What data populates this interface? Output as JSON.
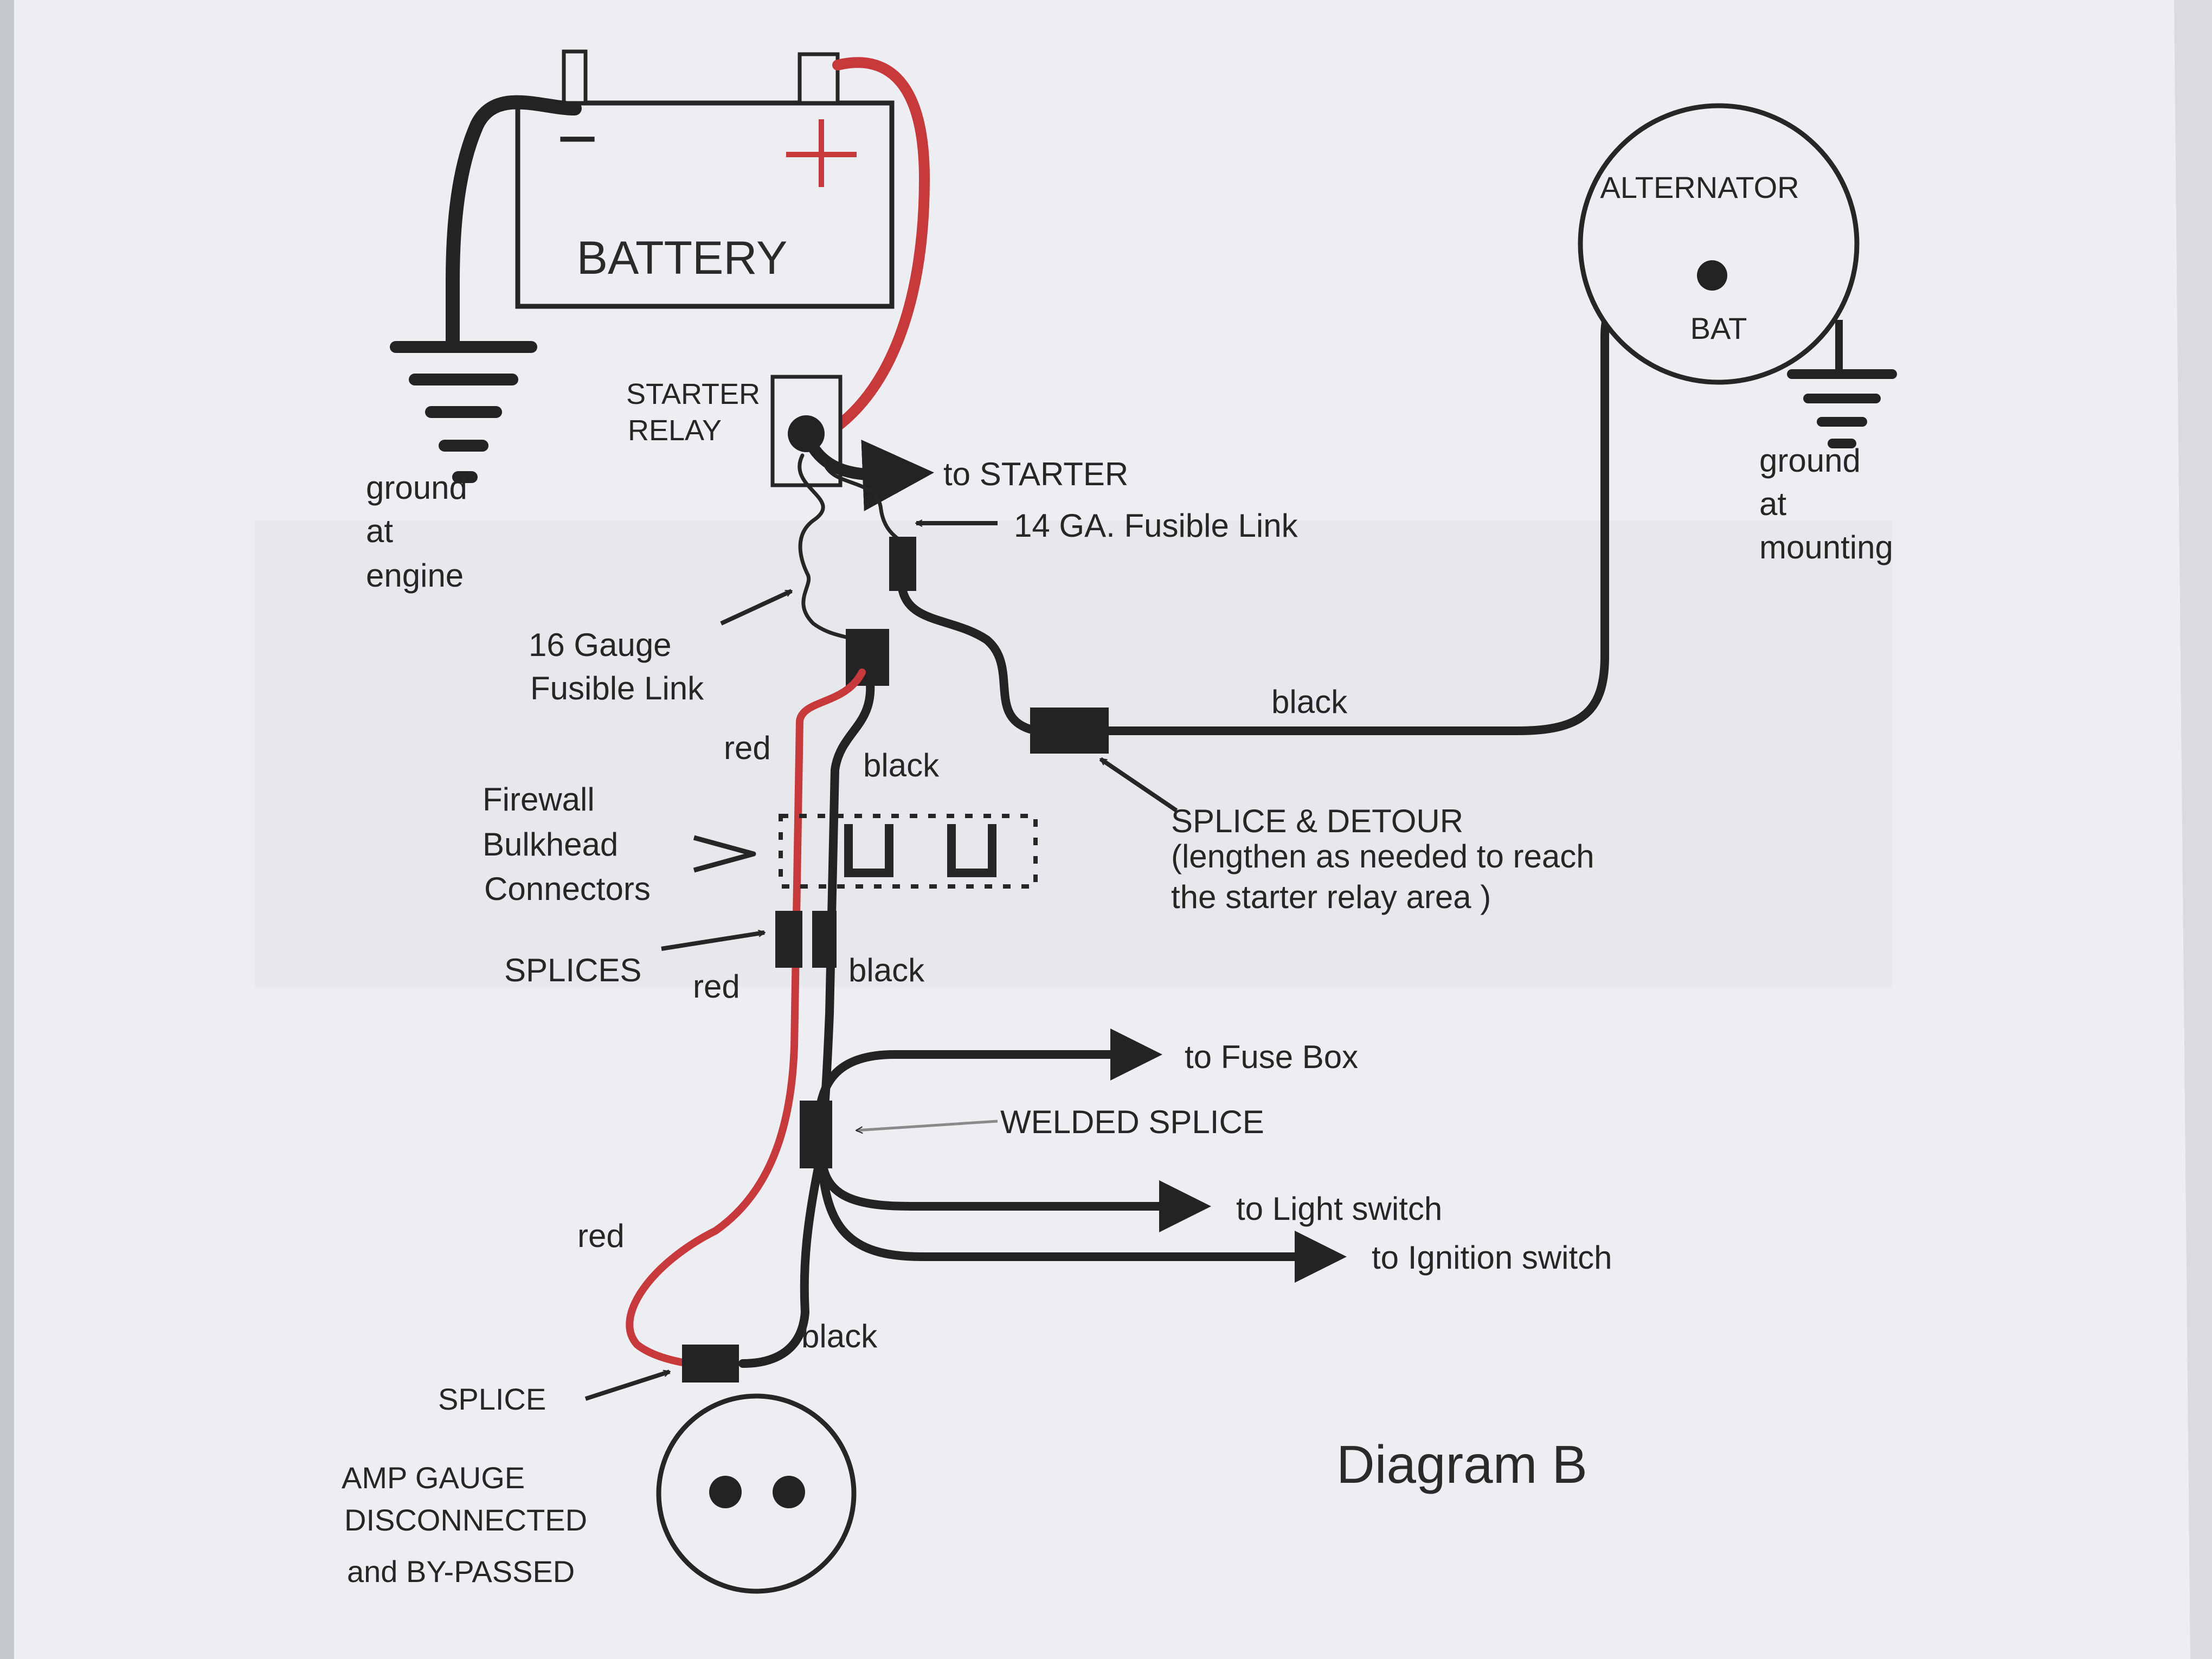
{
  "diagram": {
    "title": "Diagram B",
    "battery": {
      "label": "BATTERY",
      "neg_symbol": "−",
      "pos_symbol": "+"
    },
    "starter_relay": {
      "line1": "STARTER",
      "line2": "RELAY"
    },
    "ground_engine": {
      "line1": "ground",
      "line2": "at",
      "line3": "engine"
    },
    "ground_mounting": {
      "line1": "ground",
      "line2": "at",
      "line3": "mounting"
    },
    "alternator": {
      "label": "ALTERNATOR",
      "terminal": "BAT"
    },
    "to_starter": "to STARTER",
    "fusible_14": "14 GA. Fusible Link",
    "fusible_16": {
      "line1": "16 Gauge",
      "line2": "Fusible Link"
    },
    "black_alt": "black",
    "splice_detour": {
      "line1": "SPLICE & DETOUR",
      "line2": "(lengthen as needed to reach",
      "line3": "the starter relay area )"
    },
    "firewall": {
      "line1": "Firewall",
      "line2": "Bulkhead",
      "line3": "Connectors"
    },
    "red_upper": "red",
    "black_upper": "black",
    "splices": "SPLICES",
    "red_mid": "red",
    "black_mid": "black",
    "to_fuse_box": "to Fuse Box",
    "welded_splice": "WELDED  SPLICE",
    "to_light_switch": "to Light switch",
    "to_ignition_switch": "to Ignition switch",
    "red_lower": "red",
    "black_lower": "black",
    "splice": "SPLICE",
    "amp_gauge": {
      "line1": "AMP GAUGE",
      "line2": "DISCONNECTED",
      "line3": "and BY-PASSED"
    }
  },
  "colors": {
    "page": "#eceef1",
    "background": "#d9dbdf",
    "wire_black": "#232323",
    "wire_red": "#c8393b",
    "text": "#262626"
  }
}
